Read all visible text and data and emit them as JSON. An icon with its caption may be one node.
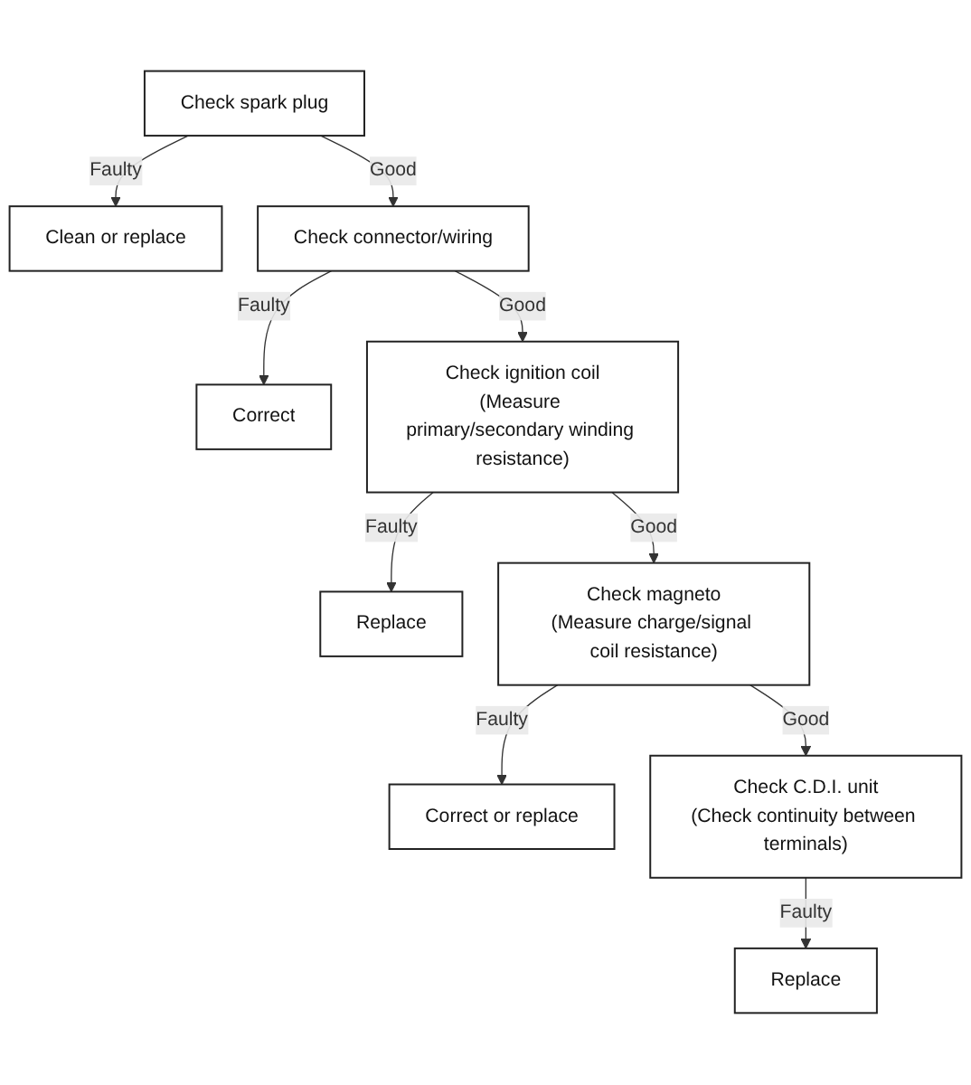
{
  "diagram": {
    "nodes": [
      {
        "text": [
          "Check spark plug"
        ]
      },
      {
        "text": [
          "Clean or replace"
        ]
      },
      {
        "text": [
          "Check connector/wiring"
        ]
      },
      {
        "text": [
          "Correct"
        ]
      },
      {
        "text": [
          "Check ignition coil",
          "(Measure primary/secondary winding resistance)"
        ]
      },
      {
        "text": [
          "Replace"
        ]
      },
      {
        "text": [
          "Check magneto",
          "(Measure charge/signal coil resistance)"
        ]
      },
      {
        "text": [
          "Correct or replace"
        ]
      },
      {
        "text": [
          "Check C.D.I. unit",
          "(Check continuity between terminals)"
        ]
      },
      {
        "text": [
          "Replace"
        ]
      }
    ],
    "edges": [
      {
        "from": 0,
        "to": 1,
        "arrow": "to",
        "label": "Faulty"
      },
      {
        "from": 0,
        "to": 2,
        "arrow": "to",
        "label": "Good"
      },
      {
        "from": 2,
        "to": 3,
        "arrow": "to",
        "label": "Faulty"
      },
      {
        "from": 2,
        "to": 4,
        "arrow": "to",
        "label": "Good"
      },
      {
        "from": 4,
        "to": 5,
        "arrow": "to",
        "label": "Faulty"
      },
      {
        "from": 4,
        "to": 6,
        "arrow": "to",
        "label": "Good"
      },
      {
        "from": 6,
        "to": 7,
        "arrow": "to",
        "label": "Faulty"
      },
      {
        "from": 6,
        "to": 8,
        "arrow": "to",
        "label": "Good"
      },
      {
        "from": 8,
        "to": 9,
        "arrow": "to",
        "label": "Faulty"
      }
    ]
  }
}
